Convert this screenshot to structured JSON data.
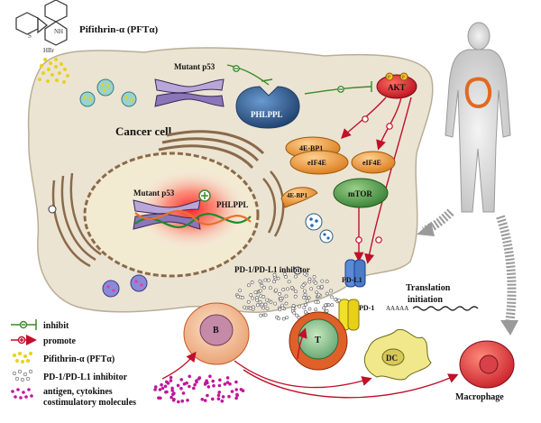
{
  "labels": {
    "drug_title": "Pifithrin-α (PFTα)",
    "hbr": "HBr",
    "nh": "NH",
    "mutant_p53_top": "Mutant p53",
    "phlppl_top": "PHLPPL",
    "akt": "AKT",
    "p_tag": "P",
    "cancer_cell": "Cancer cell",
    "mutant_p53_nucleus": "Mutant p53",
    "phlppl_nucleus": "PHLPPL",
    "bp1_top": "4E-BP1",
    "eif4e_left": "eIF4E",
    "bp1_lower": "4E-BP1",
    "eif4e_right": "eIF4E",
    "mtor": "mTOR",
    "pd1_inhibitor": "PD-1/PD-L1 inhibitor",
    "pdl1": "PD-L1",
    "pd1": "PD-1",
    "translation": "Translation",
    "initiation": "initiation",
    "aaaaa": "AAAAA",
    "b_cell": "B",
    "t_cell": "T",
    "dc": "DC",
    "macrophage": "Macrophage"
  },
  "legend": {
    "inhibit": "inhibit",
    "promote": "promote",
    "pfta": "Pifithrin-α (PFTα)",
    "inhibitor": "PD-1/PD-L1 inhibitor",
    "antigen_line1": "antigen, cytokines",
    "antigen_line2": "costimulatory molecules"
  },
  "colors": {
    "cell_body": "#ece4d2",
    "inhibit_green": "#3a8a2a",
    "promote_red": "#c0102a",
    "phlppl_blue": "#2d5a8c",
    "akt_red": "#d8182a",
    "eif_orange": "#e8902a",
    "mtor_green": "#3f8a3a",
    "antigen_magenta": "#c0169a"
  }
}
